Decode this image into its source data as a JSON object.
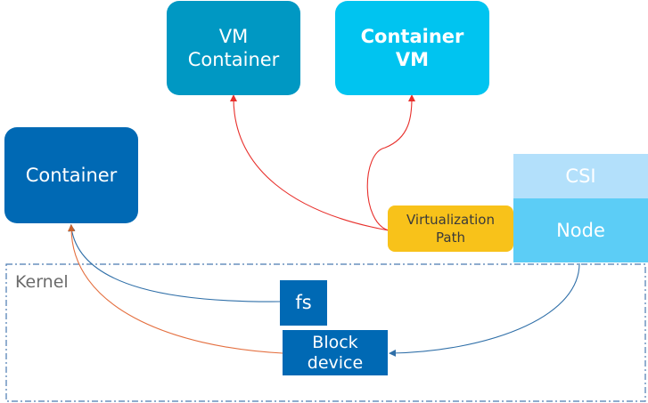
{
  "nodes": {
    "vm_container": {
      "line1": "VM",
      "line2": "Container"
    },
    "container_vm": {
      "line1": "Container",
      "line2": "VM"
    },
    "container": {
      "label": "Container"
    },
    "csi": {
      "label": "CSI"
    },
    "node": {
      "label": "Node"
    },
    "virtualization_path": {
      "line1": "Virtualization",
      "line2": "Path"
    },
    "fs": {
      "label": "fs"
    },
    "block_device": {
      "line1": "Block",
      "line2": "device"
    }
  },
  "kernel": {
    "label": "Kernel"
  },
  "colors": {
    "vm_container": "#0098c3",
    "container_vm": "#00c4f0",
    "container": "#0069b4",
    "csi": "#b3e0fb",
    "node": "#5ccdf6",
    "virtualization_path": "#f8c21a",
    "fs": "#0069b4",
    "block_device": "#0069b4",
    "red_arrow": "#e8302c",
    "blue_arrow": "#2f6fa8",
    "orange_arrow": "#e46f3f",
    "kernel_border": "#4a7ab0"
  }
}
